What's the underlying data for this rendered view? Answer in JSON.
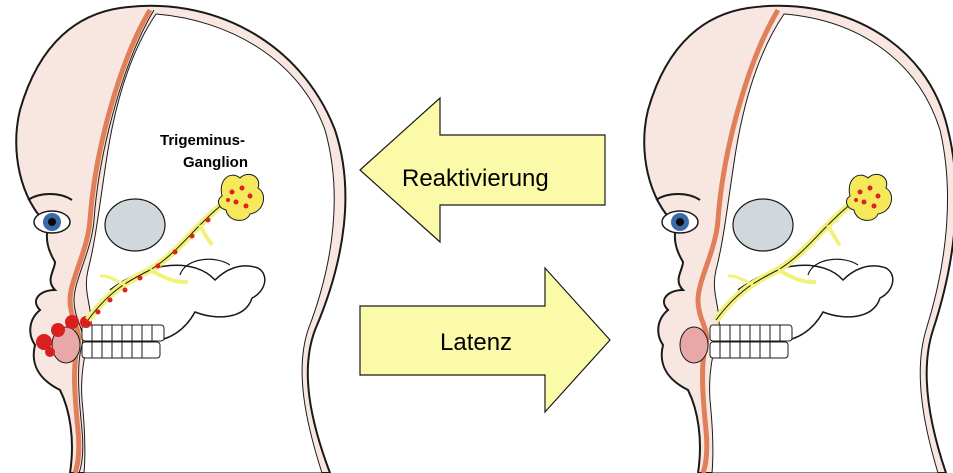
{
  "labels": {
    "ganglion_line1": "Trigeminus-",
    "ganglion_line2": "Ganglion",
    "reactivation": "Reaktivierung",
    "latency": "Latenz"
  },
  "colors": {
    "skin": "#f8e6e0",
    "skin_outline": "#1a1a1a",
    "bone_line": "#e0805a",
    "nerve": "#f2f27a",
    "ganglion": "#f5e85a",
    "virus_dot": "#e02020",
    "lesion": "#d82020",
    "lips": "#e8a8a8",
    "sinus": "#d0d8dc",
    "arrow_fill": "#fafaa8",
    "iris": "#3a6aa8"
  },
  "panels": [
    {
      "name": "active-infection",
      "ganglion_infected": true,
      "lip_lesion": true
    },
    {
      "name": "latent-infection",
      "ganglion_infected": true,
      "lip_lesion": false
    }
  ]
}
